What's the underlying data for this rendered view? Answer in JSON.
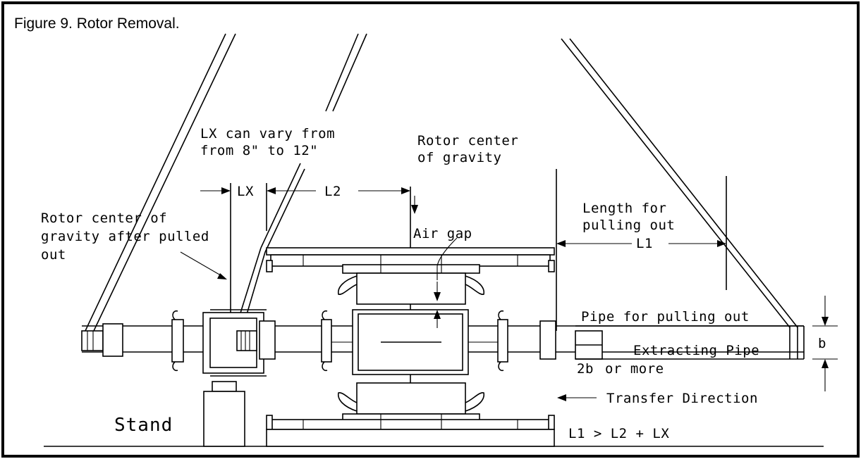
{
  "figure": {
    "caption": "Figure 9. Rotor Removal."
  },
  "labels": {
    "lx_note_line1": "LX can vary from",
    "lx_note_line2": "from 8\" to 12\"",
    "rotor_cg_line1": "Rotor center",
    "rotor_cg_line2": "of gravity",
    "lx": "LX",
    "l2": "L2",
    "l1": "L1",
    "cg_after_line1": "Rotor center of",
    "cg_after_line2": "gravity after pulled",
    "cg_after_line3": "out",
    "length_line1": "Length for",
    "length_line2": "pulling out",
    "air_gap": "Air gap",
    "pipe_pulling": "Pipe for pulling out",
    "extracting_pipe": "Extracting Pipe",
    "two_b": "2b",
    "or_more": "or more",
    "b": "b",
    "transfer_direction": "Transfer Direction",
    "stand": "Stand",
    "relation": "L1 > L2 + LX"
  }
}
